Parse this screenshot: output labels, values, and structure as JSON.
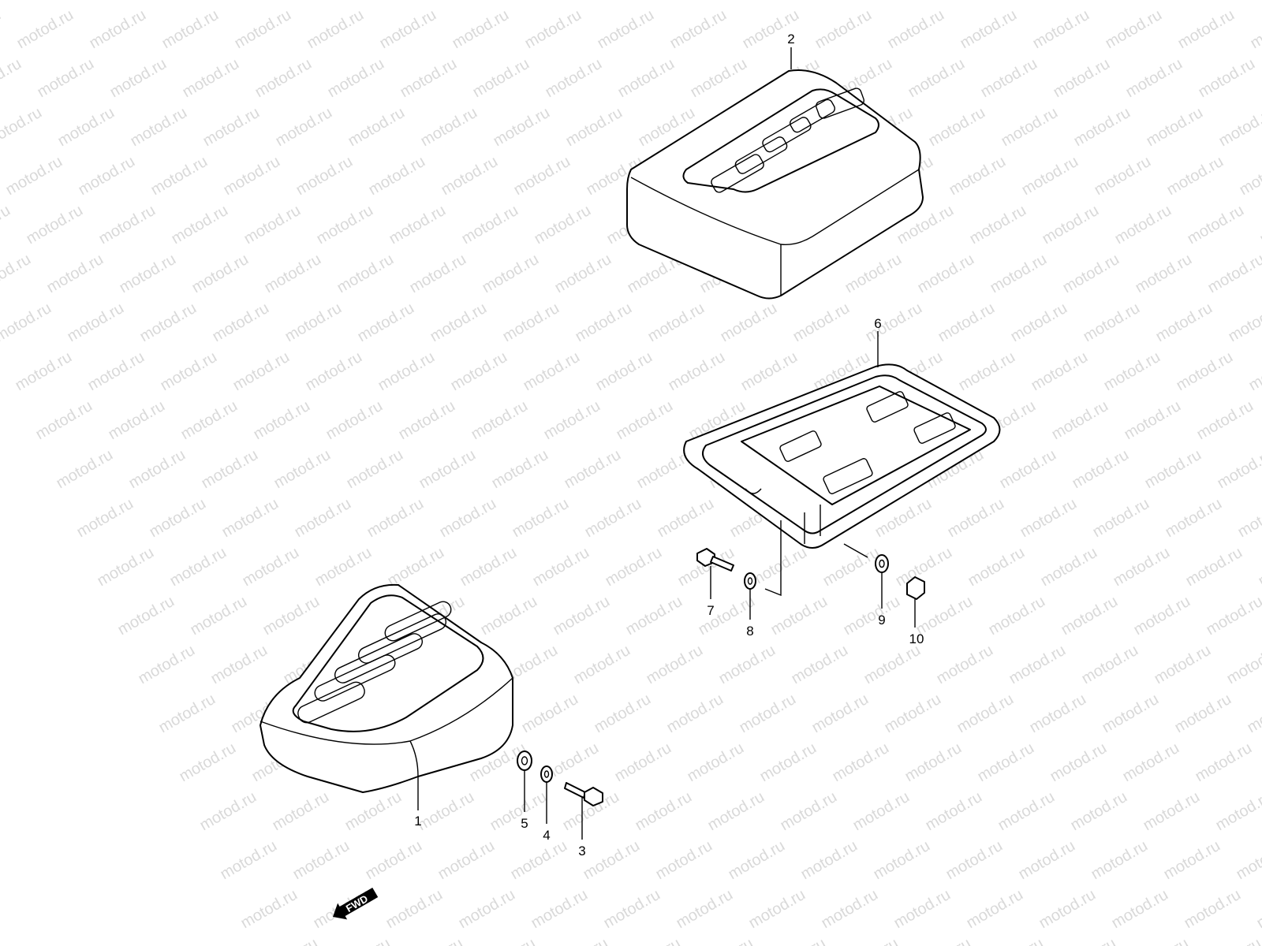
{
  "watermark": "motod.ru",
  "labels": {
    "p1": "1",
    "p2": "2",
    "p3": "3",
    "p4": "4",
    "p5": "5",
    "p6": "6",
    "p7": "7",
    "p8": "8",
    "p9": "9",
    "p10": "10"
  },
  "fwd_label": "FWD"
}
